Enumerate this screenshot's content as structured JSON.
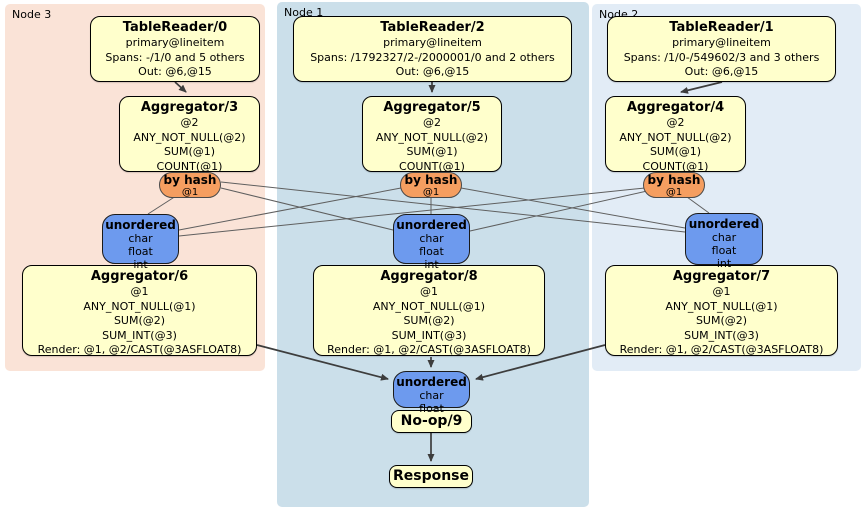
{
  "diagram": {
    "regions": [
      {
        "label": "Node 3",
        "bg": "#FAE3D7"
      },
      {
        "label": "Node 1",
        "bg": "#CBDFEA"
      },
      {
        "label": "Node 2",
        "bg": "#E2ECF6"
      }
    ],
    "colors": {
      "processor_fill": "#FFFFCC",
      "router_fill": "#F59E60",
      "sync_fill": "#6D9AEE",
      "thick_edge": "#3D3D3D",
      "thin_edge": "#5F5F5F"
    },
    "processors": {
      "tr0": {
        "title": "TableReader/0",
        "lines": [
          "primary@lineitem",
          "Spans: -/1/0 and 5 others",
          "Out: @6,@15"
        ]
      },
      "tr2": {
        "title": "TableReader/2",
        "lines": [
          "primary@lineitem",
          "Spans: /1792327/2-/2000001/0 and 2 others",
          "Out: @6,@15"
        ]
      },
      "tr1": {
        "title": "TableReader/1",
        "lines": [
          "primary@lineitem",
          "Spans: /1/0-/549602/3 and 3 others",
          "Out: @6,@15"
        ]
      },
      "agg3": {
        "title": "Aggregator/3",
        "lines": [
          "@2",
          "ANY_NOT_NULL(@2)",
          "SUM(@1)",
          "COUNT(@1)"
        ]
      },
      "agg5": {
        "title": "Aggregator/5",
        "lines": [
          "@2",
          "ANY_NOT_NULL(@2)",
          "SUM(@1)",
          "COUNT(@1)"
        ]
      },
      "agg4": {
        "title": "Aggregator/4",
        "lines": [
          "@2",
          "ANY_NOT_NULL(@2)",
          "SUM(@1)",
          "COUNT(@1)"
        ]
      },
      "agg6": {
        "title": "Aggregator/6",
        "lines": [
          "@1",
          "ANY_NOT_NULL(@1)",
          "SUM(@2)",
          "SUM_INT(@3)",
          "Render: @1, @2/CAST(@3ASFLOAT8)"
        ]
      },
      "agg8": {
        "title": "Aggregator/8",
        "lines": [
          "@1",
          "ANY_NOT_NULL(@1)",
          "SUM(@2)",
          "SUM_INT(@3)",
          "Render: @1, @2/CAST(@3ASFLOAT8)"
        ]
      },
      "agg7": {
        "title": "Aggregator/7",
        "lines": [
          "@1",
          "ANY_NOT_NULL(@1)",
          "SUM(@2)",
          "SUM_INT(@3)",
          "Render: @1, @2/CAST(@3ASFLOAT8)"
        ]
      },
      "noop": {
        "title": "No-op/9"
      },
      "response": {
        "title": "Response"
      }
    },
    "routers": {
      "r3": {
        "title": "by hash",
        "detail": "@1"
      },
      "r5": {
        "title": "by hash",
        "detail": "@1"
      },
      "r4": {
        "title": "by hash",
        "detail": "@1"
      }
    },
    "syncs": {
      "left": {
        "title": "unordered",
        "types": [
          "char",
          "float",
          "int"
        ]
      },
      "mid": {
        "title": "unordered",
        "types": [
          "char",
          "float",
          "int"
        ]
      },
      "right": {
        "title": "unordered",
        "types": [
          "char",
          "float",
          "int"
        ]
      },
      "final": {
        "title": "unordered",
        "types": [
          "char",
          "float"
        ]
      }
    }
  }
}
